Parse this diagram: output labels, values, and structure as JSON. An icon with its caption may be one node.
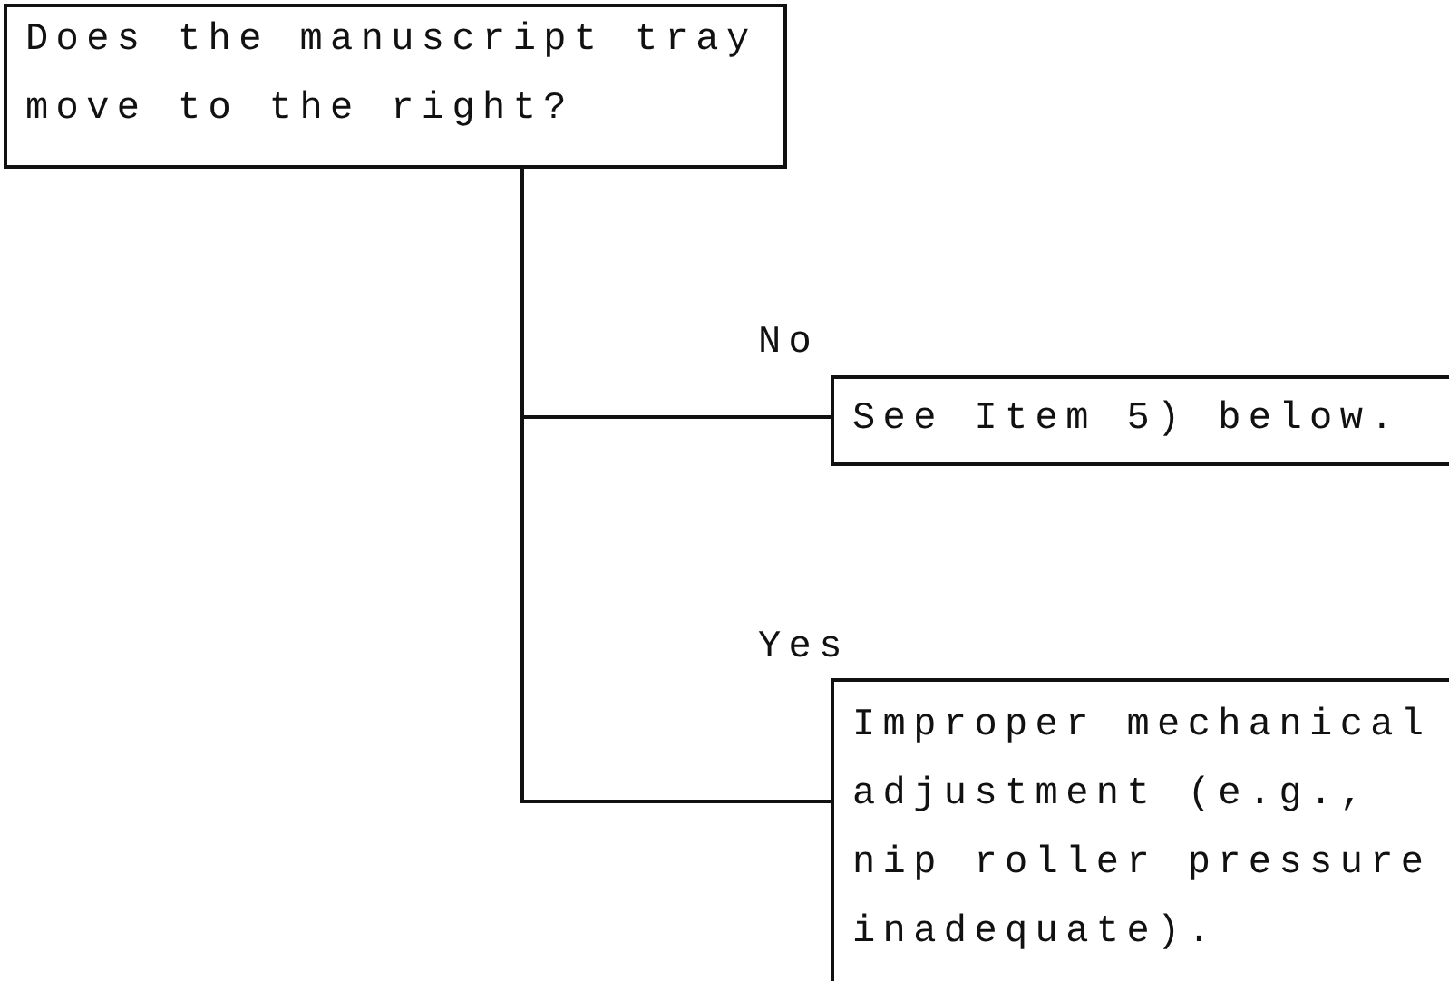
{
  "diagram": {
    "nodes": [
      {
        "text": [
          "Does the manuscript tray move to the right?"
        ]
      },
      {
        "text": [
          "See Item 5) below."
        ]
      },
      {
        "text": [
          "Improper mechanical adjustment (e.g., nip roller pressure inadequate)."
        ]
      }
    ],
    "edges": [
      {
        "from": 0,
        "to": 1,
        "arrow": "none",
        "label": "No"
      },
      {
        "from": 0,
        "to": 2,
        "arrow": "none",
        "label": "Yes"
      }
    ]
  }
}
